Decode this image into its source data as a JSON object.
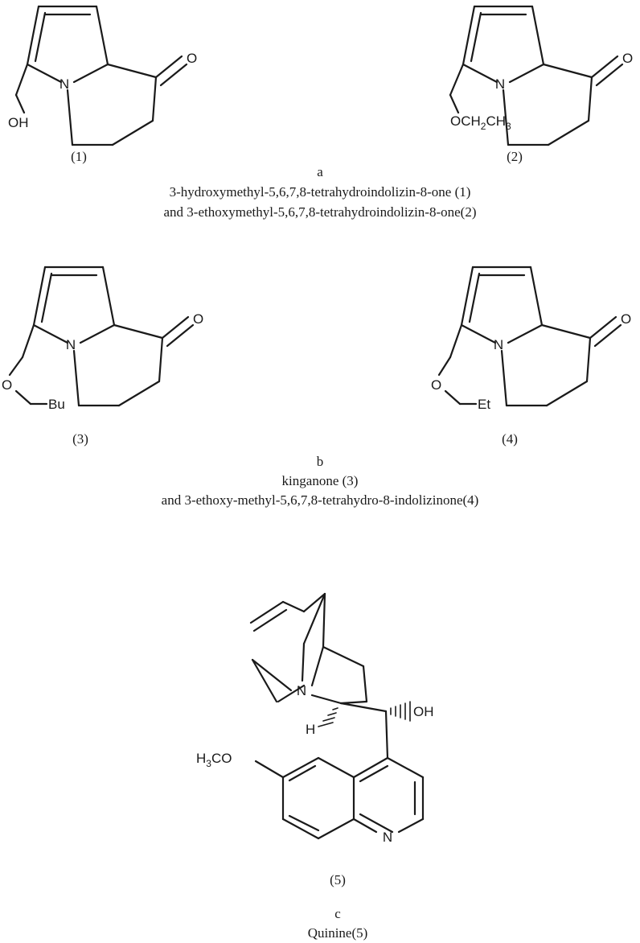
{
  "structures": [
    {
      "id": 1,
      "number": "(1)",
      "atoms": {
        "n": "N",
        "o_keto": "O",
        "substituent": "OH"
      }
    },
    {
      "id": 2,
      "number": "(2)",
      "atoms": {
        "n": "N",
        "o_keto": "O",
        "sub_a": "OCH",
        "sub_b": "2",
        "sub_c": "CH",
        "sub_d": "3"
      }
    },
    {
      "id": 3,
      "number": "(3)",
      "atoms": {
        "n": "N",
        "o_keto": "O",
        "o_ether": "O",
        "alkyl": "Bu"
      }
    },
    {
      "id": 4,
      "number": "(4)",
      "atoms": {
        "n": "N",
        "o_keto": "O",
        "o_ether": "O",
        "alkyl": "Et"
      }
    },
    {
      "id": 5,
      "number": "(5)",
      "atoms": {
        "n_bridge": "N",
        "h": "H",
        "oh": "OH",
        "n_ring": "N",
        "meo_a": "H",
        "meo_b": "3",
        "meo_c": "CO"
      }
    }
  ],
  "captions": {
    "a": {
      "letter": "a",
      "line1": "3-hydroxymethyl-5,6,7,8-tetrahydroindolizin-8-one (1)",
      "line2": "and 3-ethoxymethyl-5,6,7,8-tetrahydroindolizin-8-one(2)"
    },
    "b": {
      "letter": "b",
      "line1": "kinganone (3)",
      "line2": "and 3-ethoxy-methyl-5,6,7,8-tetrahydro-8-indolizinone(4)"
    },
    "c": {
      "letter": "c",
      "line1": "Quinine(5)"
    }
  }
}
